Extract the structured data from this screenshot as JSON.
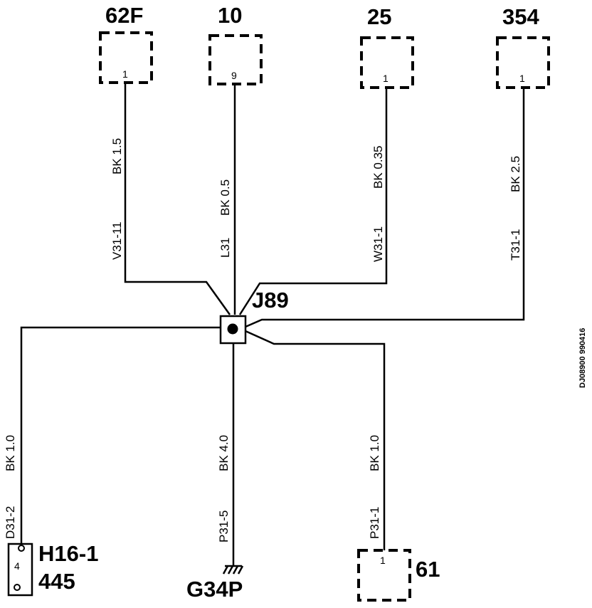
{
  "connectors_top": [
    {
      "id": "62F",
      "pin": "1"
    },
    {
      "id": "10",
      "pin": "9"
    },
    {
      "id": "25",
      "pin": "1"
    },
    {
      "id": "354",
      "pin": "1"
    }
  ],
  "wires_top": [
    {
      "circuit": "V31-11",
      "color_size": "BK  1.5"
    },
    {
      "circuit": "L31",
      "color_size": "BK  0.5"
    },
    {
      "circuit": "W31-1",
      "color_size": "BK  0.35"
    },
    {
      "circuit": "T31-1",
      "color_size": "BK  2.5"
    }
  ],
  "splice": {
    "id": "J89"
  },
  "wires_bottom": [
    {
      "circuit": "D31-2",
      "color_size": "BK  1.0"
    },
    {
      "circuit": "P31-5",
      "color_size": "BK  4.0"
    },
    {
      "circuit": "P31-1",
      "color_size": "BK  1.0"
    }
  ],
  "left_connector": {
    "id": "H16-1",
    "pin": "4",
    "sub": "445"
  },
  "ground": {
    "id": "G34P"
  },
  "bottom_connector": {
    "id": "61",
    "pin": "1"
  },
  "drawing_number": "DJ08900 990416"
}
